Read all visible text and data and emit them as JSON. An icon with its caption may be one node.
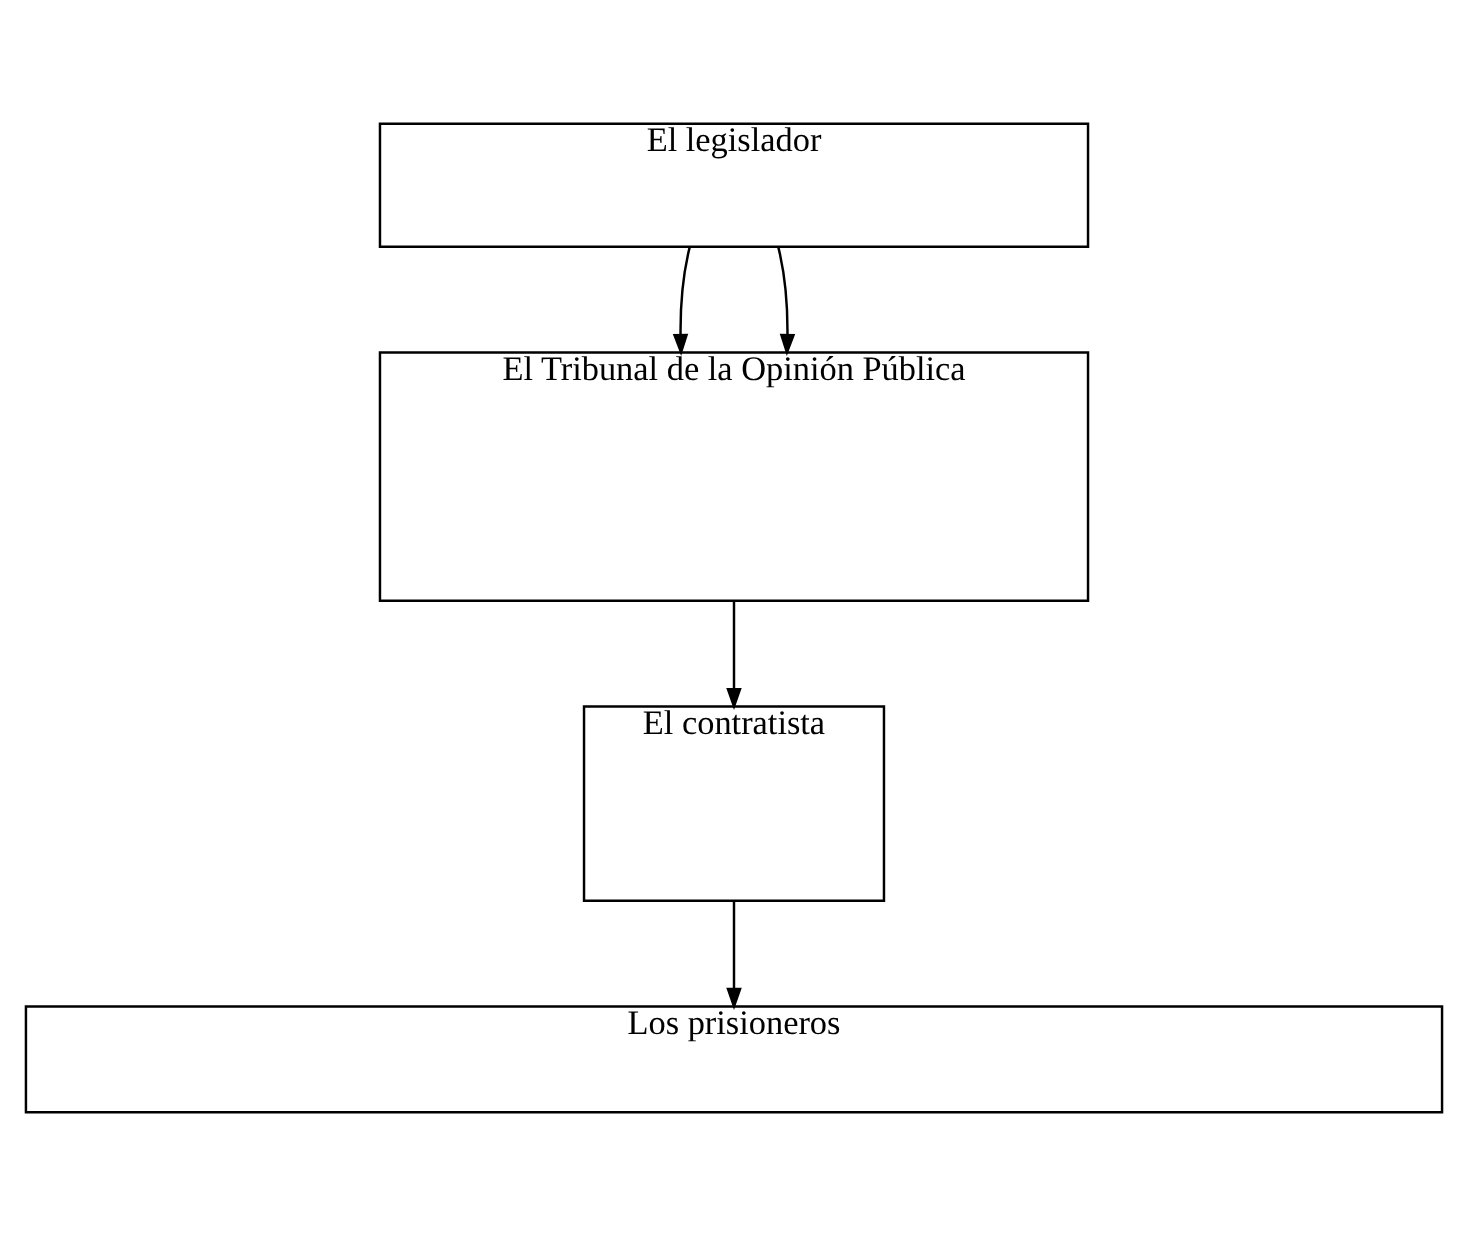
{
  "diagram": {
    "nodes": [
      {
        "text": [
          "El legislador"
        ]
      },
      {
        "text": [
          "El Tribunal de la Opinión Pública"
        ]
      },
      {
        "text": [
          "El contratista"
        ]
      },
      {
        "text": [
          "Los prisioneros"
        ]
      }
    ],
    "edges": [
      {
        "from": 0,
        "to": 1,
        "arrow": "to"
      },
      {
        "from": 0,
        "to": 1,
        "arrow": "to"
      },
      {
        "from": 1,
        "to": 2,
        "arrow": "to"
      },
      {
        "from": 2,
        "to": 3,
        "arrow": "to"
      }
    ]
  }
}
